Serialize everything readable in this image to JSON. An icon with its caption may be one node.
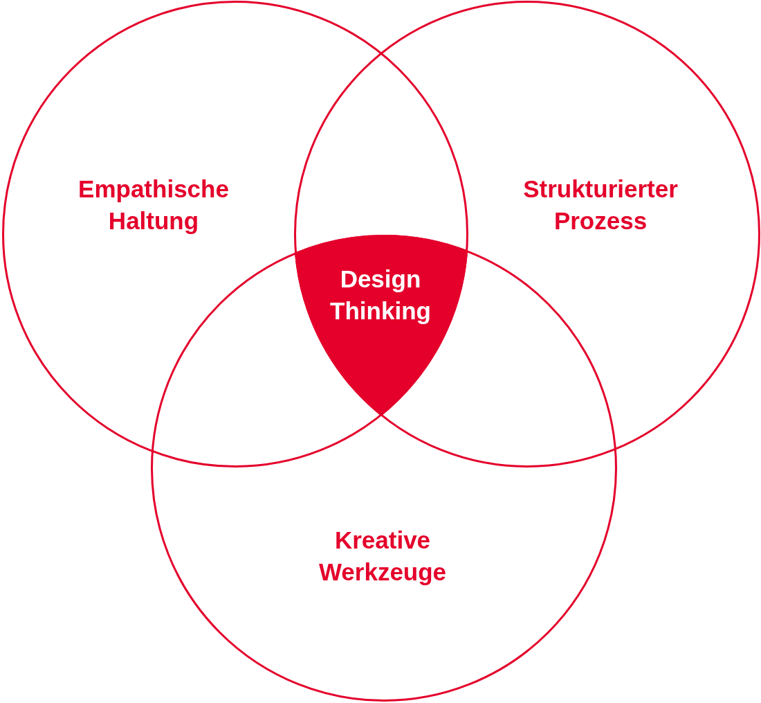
{
  "diagram": {
    "nodes": [
      {
        "text": [
          "Empathische Haltung"
        ]
      },
      {
        "text": [
          "Strukturierter Prozess"
        ]
      },
      {
        "text": [
          "Kreative Werkzeuge"
        ]
      },
      {
        "text": [
          "Design Thinking"
        ]
      }
    ],
    "edges": []
  }
}
